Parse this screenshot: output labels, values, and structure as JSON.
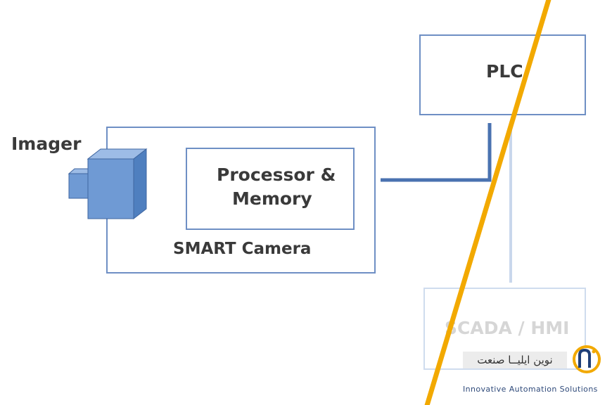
{
  "diagram": {
    "imager_label": "Imager",
    "processor_label_line1": "Processor &",
    "processor_label_line2": "Memory",
    "camera_label": "SMART Camera",
    "plc_label": "PLC",
    "scada_label": "SCADA / HMI"
  },
  "brand": {
    "name_fa": "نوین ایلیــا صنعت",
    "tagline": "Innovative Automation Solutions",
    "logo_letters": "ni"
  },
  "colors": {
    "box_border": "#4a72b0",
    "faded_border": "#b8c9e2",
    "diagonal_stripe": "#f2a900",
    "camera_front": "#6f9ad4",
    "camera_top": "#9dbce6",
    "camera_side": "#4f7fbf"
  }
}
